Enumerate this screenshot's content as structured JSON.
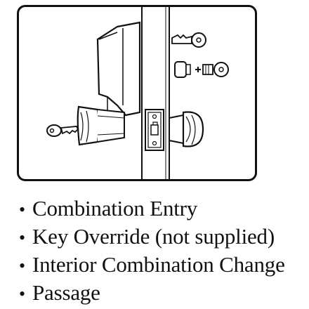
{
  "features": [
    {
      "bullet": "•",
      "label": "Combination Entry"
    },
    {
      "bullet": "•",
      "label": "Key Override (not supplied)"
    },
    {
      "bullet": "•",
      "label": "Interior Combination Change"
    },
    {
      "bullet": "•",
      "label": "Passage"
    }
  ],
  "diagram": {
    "line_color": "#111111",
    "fill_color": "#ffffff"
  }
}
